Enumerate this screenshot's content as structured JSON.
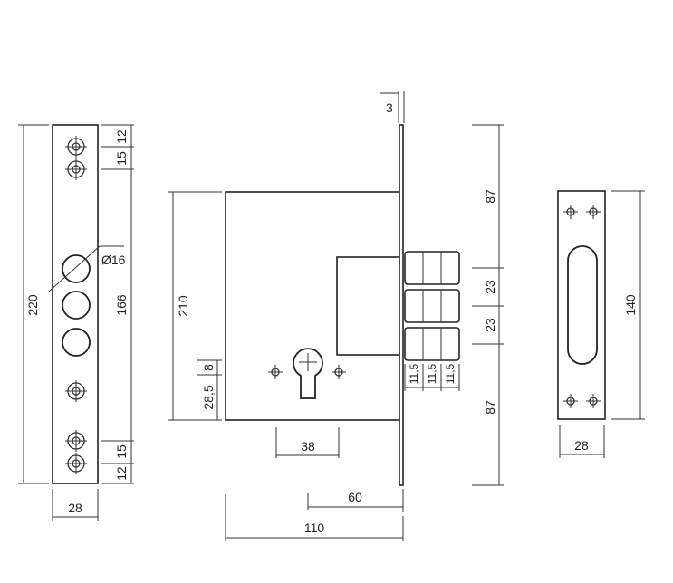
{
  "colors": {
    "line": "#333333",
    "text": "#222222",
    "background": "#ffffff"
  },
  "icons": [
    "screw-hole-crosshair-icon",
    "cylinder-hole-icon",
    "keyhole-icon"
  ],
  "faceplate": {
    "height": "220",
    "top_gap_1": "12",
    "top_gap_2": "15",
    "hole_diameter": "Ø16",
    "hole_span": "166",
    "bottom_gap_1": "15",
    "bottom_gap_2": "12",
    "width": "28"
  },
  "lock_body": {
    "faceplate_thickness": "3",
    "height": "210",
    "keyhole_offset": "8",
    "keyhole_height": "28,5",
    "keyhole_width": "38",
    "backset": "60",
    "depth": "110",
    "bolt_top_gap": "87",
    "bolt_spacing_1": "23",
    "bolt_spacing_2": "23",
    "bolt_bottom_gap": "87",
    "bolt_segment_1": "11,5",
    "bolt_segment_2": "11,5",
    "bolt_segment_3": "11,5"
  },
  "strike_plate": {
    "height": "140",
    "width": "28"
  }
}
